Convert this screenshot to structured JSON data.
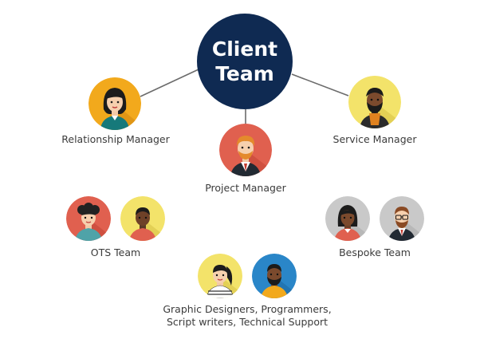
{
  "hub": {
    "line1": "Client",
    "line2": "Team"
  },
  "roles": {
    "relationship_manager": "Relationship Manager",
    "project_manager": "Project Manager",
    "service_manager": "Service Manager",
    "ots_team": "OTS Team",
    "bespoke_team": "Bespoke Team",
    "support_line1": "Graphic Designers, Programmers,",
    "support_line2": "Script writers, Technical Support"
  },
  "colors": {
    "hub": "#0f2a52",
    "connector": "#6b6b6b",
    "orange": "#f2a91c",
    "red_coral": "#e0604f",
    "yellow": "#f3e36a",
    "grey": "#c9c9c9",
    "blue": "#2a86c8"
  },
  "icons": [
    "woman-avatar-icon",
    "man-redhead-avatar-icon",
    "man-bearded-avatar-icon",
    "woman-curly-avatar-icon",
    "man-dark-avatar-icon",
    "woman-longhair-avatar-icon",
    "man-glasses-avatar-icon",
    "woman-ponytail-avatar-icon",
    "man-beard-blue-avatar-icon"
  ]
}
